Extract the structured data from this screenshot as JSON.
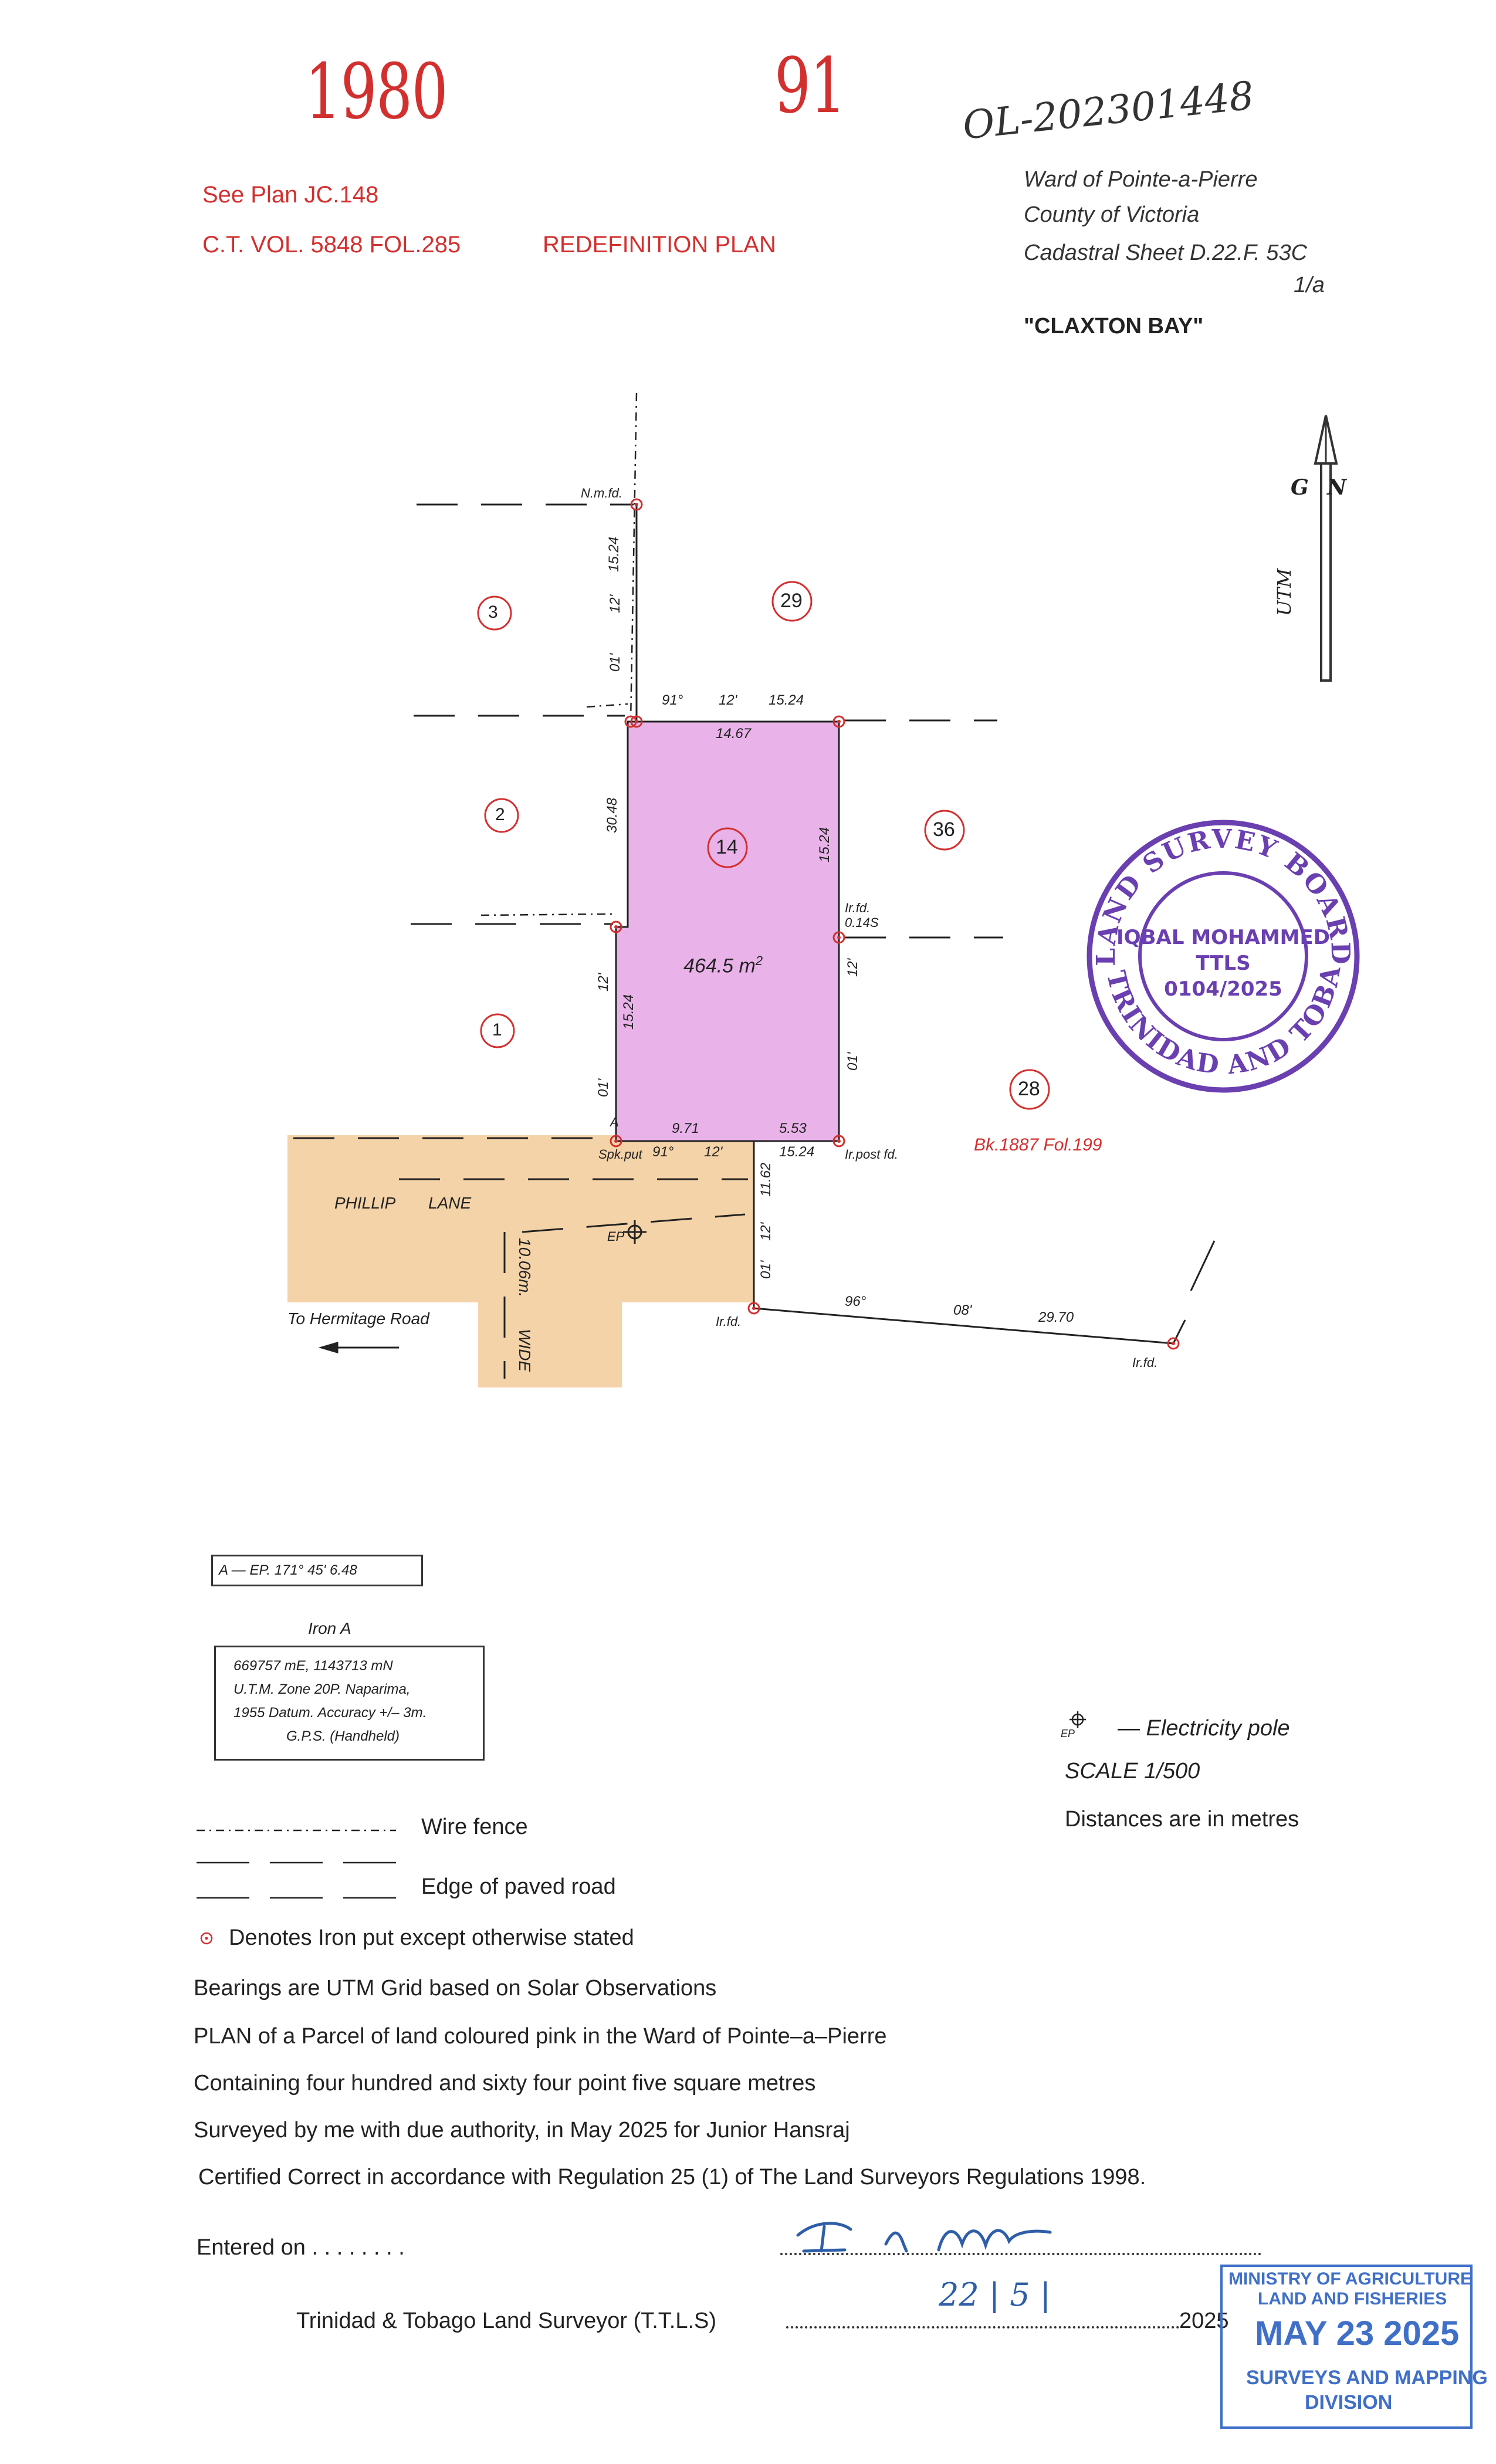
{
  "header": {
    "stamp_left": "1980",
    "stamp_right": "91",
    "file_ref": "OL-202301448",
    "see_plan": "See Plan JC.148",
    "ct_ref": "C.T. VOL. 5848 FOL.285",
    "plan_type": "REDEFINITION PLAN",
    "ward": "Ward of Pointe-a-Pierre",
    "county": "County of Victoria",
    "cadastral_sheet": "Cadastral Sheet D.22.F. 53C",
    "cadastral_sub": "1/a",
    "place": "\"CLAXTON BAY\""
  },
  "north_arrow": {
    "g": "G",
    "n": "N",
    "label": "UTM"
  },
  "plan": {
    "lot_numbers": [
      "3",
      "29",
      "2",
      "14",
      "36",
      "1",
      "28"
    ],
    "area": "464.5 m",
    "area_sup": "2",
    "marks": {
      "nmfd": "N.m.fd.",
      "irfd_right": "Ir.fd.",
      "irfd_right_off": "0.14S",
      "spk": "Spk.put",
      "a": "A",
      "irpost": "Ir.post fd.",
      "irfd_lane": "Ir.fd.",
      "irfd_end": "Ir.fd.",
      "ep": "EP"
    },
    "dims": {
      "left_upper_len": "15.24",
      "left_upper_b1": "12'",
      "left_upper_b0": "01'",
      "top_b0": "91°",
      "top_b1": "12'",
      "top_len": "15.24",
      "top_inner": "14.67",
      "left_mid": "30.48",
      "right_len": "15.24",
      "right_b1": "12'",
      "right_b0": "01'",
      "left_low_b1": "12'",
      "left_low_len": "15.24",
      "left_low_b0": "01'",
      "bot_seg1": "9.71",
      "bot_seg2": "5.53",
      "bot_b0": "91°",
      "bot_b1": "12'",
      "bot_len": "15.24",
      "lane_len": "11.62",
      "lane_b1": "12'",
      "lane_b0": "01'",
      "diag_b0": "96°",
      "diag_b1": "08'",
      "diag_len": "29.70"
    },
    "road": {
      "name_1": "PHILLIP",
      "name_2": "LANE",
      "width": "10.06m.",
      "wide": "WIDE",
      "to": "To Hermitage Road"
    },
    "book_ref": "Bk.1887 Fol.199"
  },
  "board_stamp": {
    "ring_top": "LAND SURVEY BOARD",
    "ring_bottom": "OF TRINIDAD AND TOBAGO",
    "name": "IQBAL MOHAMMED",
    "title": "TTLS",
    "number": "0104/2025"
  },
  "tie": "A — EP.   171°   45'   6.48",
  "iron": {
    "title": "Iron A",
    "line1": "669757 mE, 1143713 mN",
    "line2": "U.T.M. Zone 20P. Naparima,",
    "line3": "1955 Datum. Accuracy +/– 3m.",
    "line4": "G.P.S. (Handheld)"
  },
  "legend": {
    "ep_label": "— Electricity pole",
    "scale": "SCALE   1/500",
    "distances": "Distances are in metres",
    "wire_fence": "Wire fence",
    "paved": "Edge of paved road",
    "iron_put": "Denotes Iron put except otherwise stated"
  },
  "notes": {
    "bearings": "Bearings are UTM Grid based on Solar Observations",
    "plan_of": "PLAN  of a Parcel of land coloured pink in the Ward of Pointe–a–Pierre",
    "containing": "Containing four hundred and sixty four point five square metres",
    "surveyed": "Surveyed by me with due authority, in May 2025 for Junior Hansraj",
    "certified": "Certified Correct in accordance with Regulation 25 (1) of The Land Surveyors Regulations 1998.",
    "entered_on": "Entered on . . . . . . . .",
    "surveyor": "Trinidad & Tobago Land Surveyor (T.T.L.S)",
    "year": "2025",
    "date_handwritten": "22 | 5 |"
  },
  "ministry_stamp": {
    "line1": "MINISTRY OF AGRICULTURE",
    "line2": "LAND AND FISHERIES",
    "date": "MAY 23 2025",
    "line3": "SURVEYS AND MAPPING",
    "line4": "DIVISION"
  },
  "colors": {
    "parcel": "#e9b3ea",
    "road": "#f5d3a8",
    "red": "#d2302f",
    "stamp_purple": "#6a3fb0",
    "stamp_blue": "#3f6fc7"
  }
}
